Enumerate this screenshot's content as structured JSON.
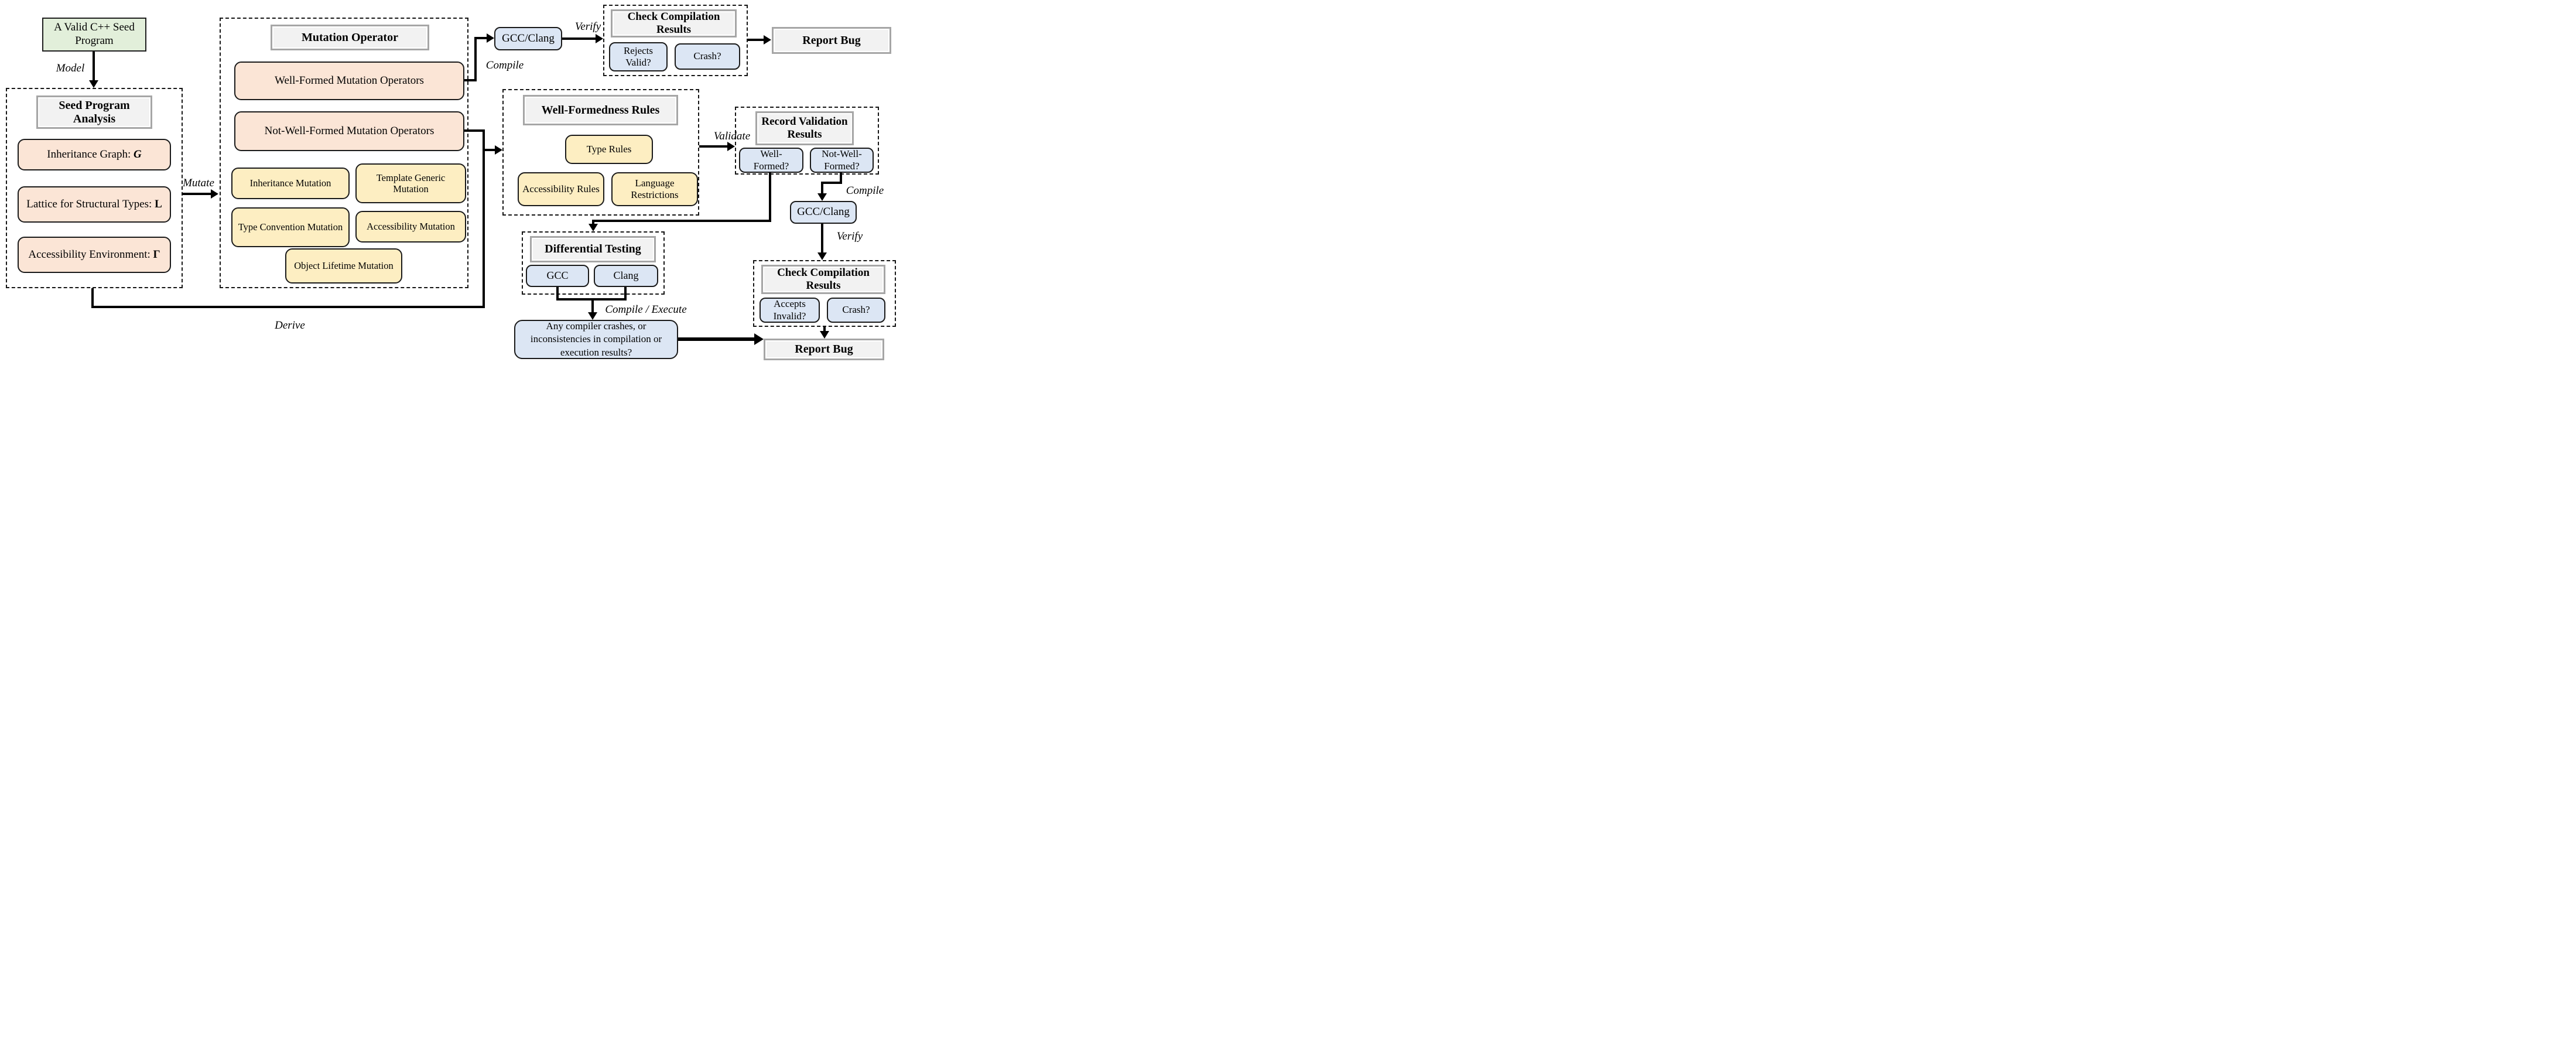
{
  "figure": {
    "labels": {
      "model": "Model",
      "mutate": "Mutate",
      "derive": "Derive",
      "compile_top": "Compile",
      "verify_top": "Verify",
      "validate": "Validate",
      "compile_right": "Compile",
      "verify_right": "Verify",
      "compile_execute": "Compile / Execute"
    },
    "seed_program": "A Valid C++ Seed Program",
    "seed_analysis": {
      "title": "Seed Program Analysis",
      "inheritance_label": "Inheritance Graph: ",
      "inheritance_symbol": "G",
      "lattice_label": "Lattice for Structural Types: ",
      "lattice_symbol": "L",
      "accessibility_label": "Accessibility Environment: ",
      "accessibility_symbol": "Γ"
    },
    "mutation_operator": {
      "title": "Mutation Operator",
      "well_formed": "Well-Formed Mutation Operators",
      "not_well_formed": "Not-Well-Formed Mutation Operators",
      "inheritance": "Inheritance Mutation",
      "template_generic": "Template Generic Mutation",
      "type_convention": "Type Convention Mutation",
      "accessibility": "Accessibility Mutation",
      "object_lifetime": "Object Lifetime Mutation"
    },
    "top_flow": {
      "gcc_clang": "GCC/Clang",
      "check_title": "Check Compilation Results",
      "rejects_valid": "Rejects Valid?",
      "crash": "Crash?",
      "report_bug": "Report Bug"
    },
    "wf_rules": {
      "title": "Well-Formedness Rules",
      "type_rules": "Type Rules",
      "accessibility_rules": "Accessibility Rules",
      "language_restrictions": "Language Restrictions"
    },
    "validation": {
      "title": "Record Validation Results",
      "well_formed": "Well-Formed?",
      "not_well_formed": "Not-Well-Formed?"
    },
    "diff_testing": {
      "title": "Differential Testing",
      "gcc": "GCC",
      "clang": "Clang"
    },
    "right_flow": {
      "gcc_clang": "GCC/Clang",
      "check_title": "Check Compilation Results",
      "accepts_invalid": "Accepts Invalid?",
      "crash": "Crash?",
      "report_bug": "Report Bug"
    },
    "question": "Any compiler crashes, or inconsistencies in compilation or execution results?",
    "colors": {
      "green": "#e2efda",
      "salmon": "#fbe5d6",
      "yellow": "#fdeec2",
      "blue": "#dce6f4",
      "gray_fill": "#f2f2f2",
      "gray_border": "#a6a6a6",
      "line": "#000000"
    }
  }
}
